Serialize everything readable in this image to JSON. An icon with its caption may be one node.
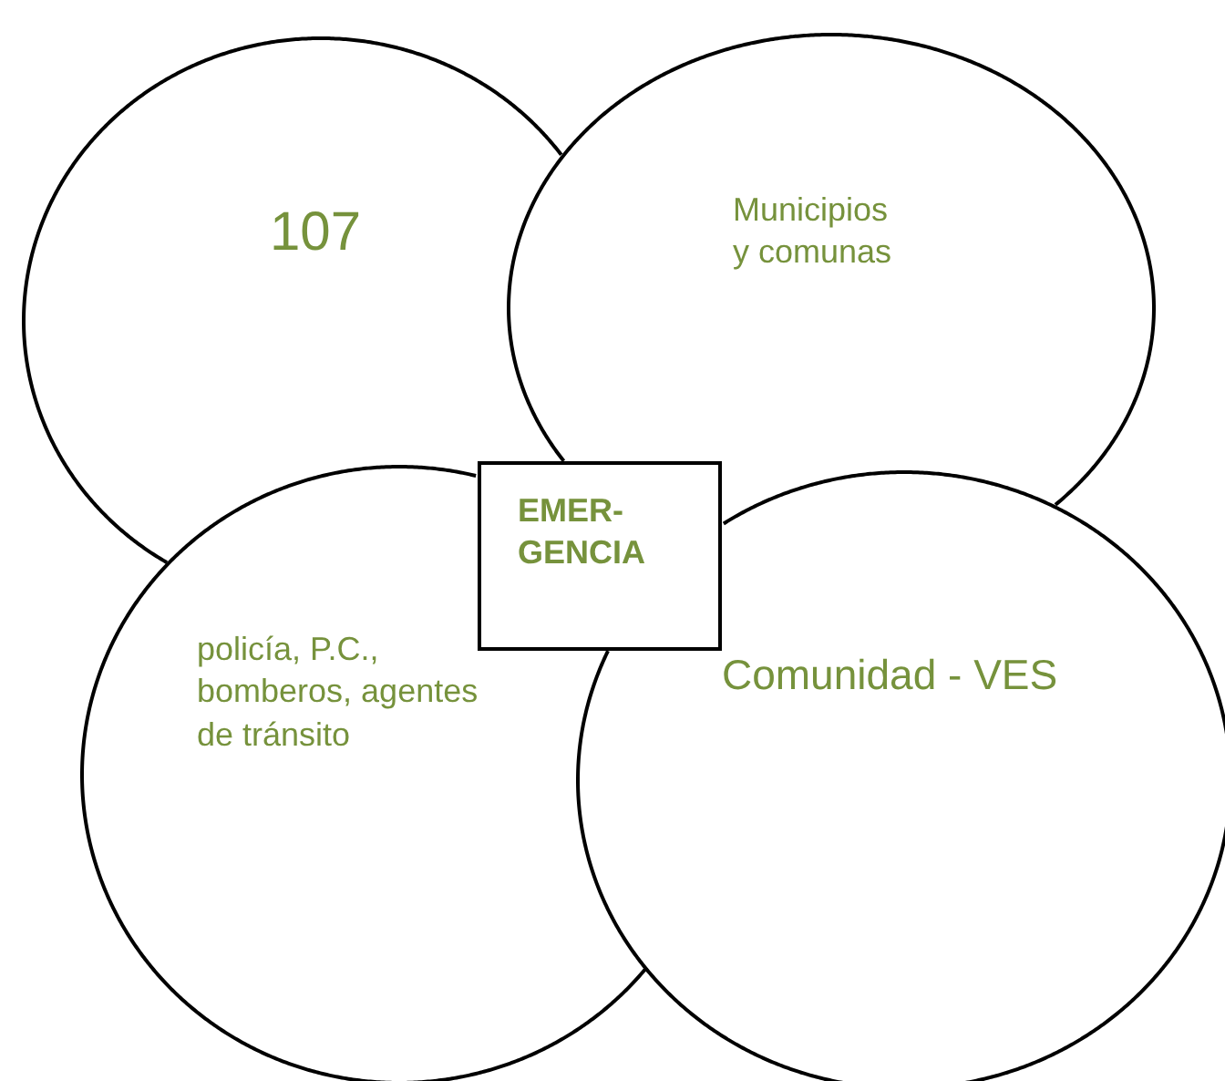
{
  "diagram": {
    "nodes": [
      {
        "text": [
          "107"
        ]
      },
      {
        "text": [
          "Municipios y comunas"
        ]
      },
      {
        "text": [
          "policía, P.C., bomberos, agentes de tránsito"
        ]
      },
      {
        "text": [
          "Comunidad - VES"
        ]
      },
      {
        "text": [
          "EMER- GENCIA"
        ]
      }
    ],
    "edges": []
  }
}
